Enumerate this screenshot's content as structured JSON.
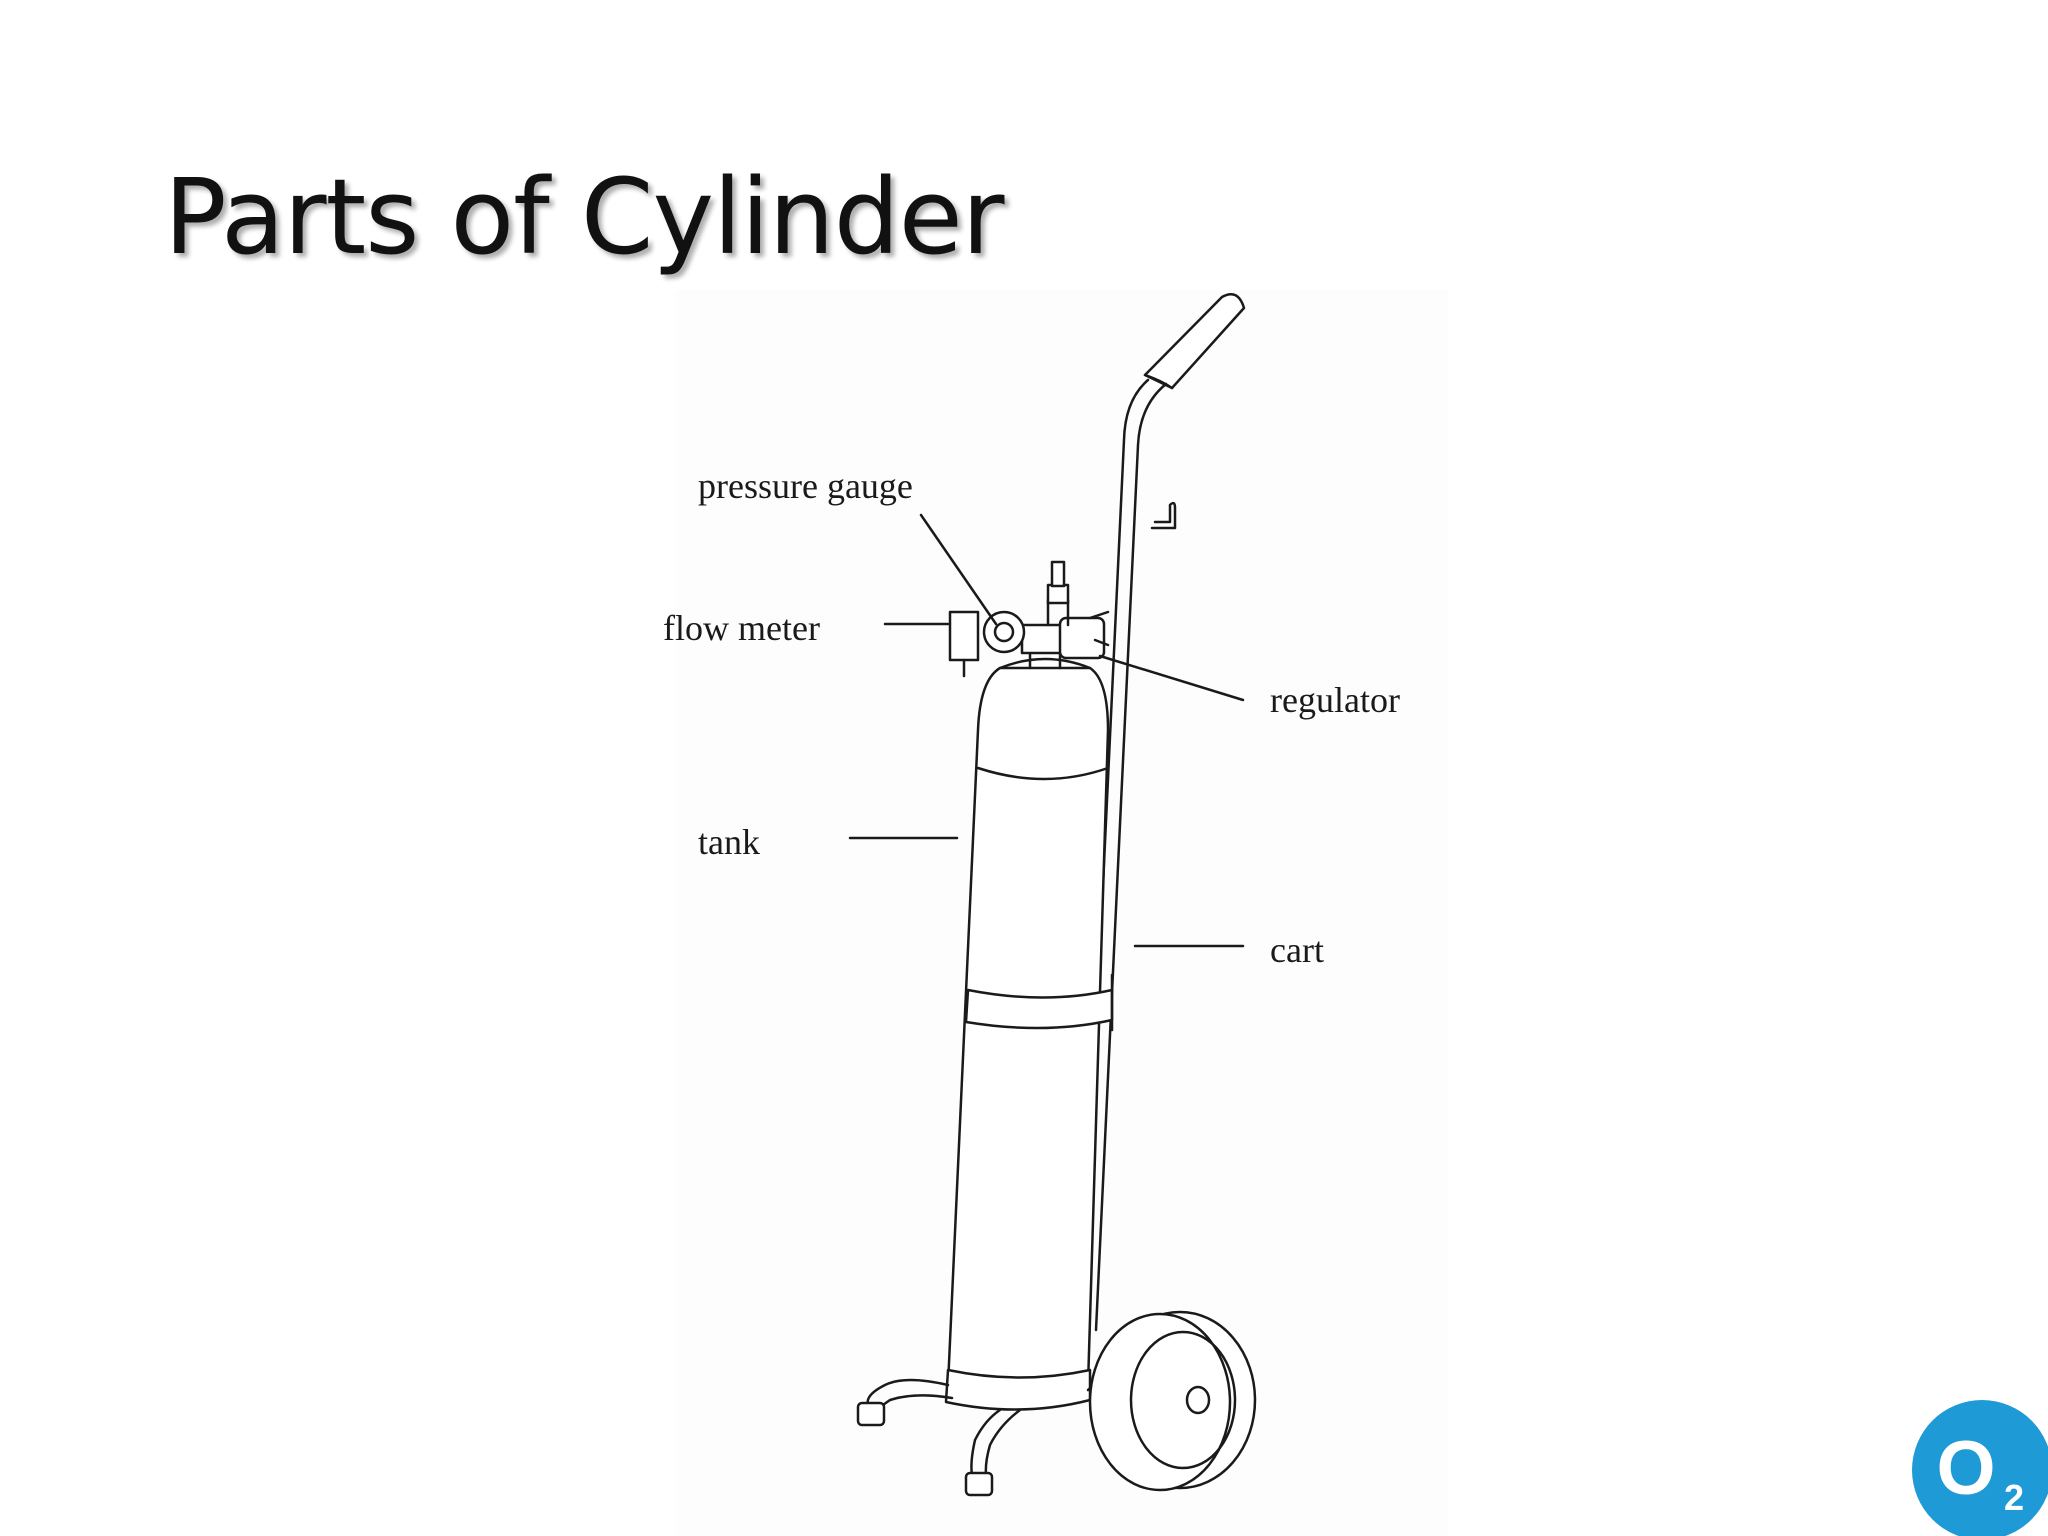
{
  "slide": {
    "title": "Parts of Cylinder"
  },
  "diagram": {
    "labels": {
      "pressure_gauge": "pressure gauge",
      "flow_meter": "flow meter",
      "regulator": "regulator",
      "tank": "tank",
      "cart": "cart"
    },
    "line_color": "#1a1a1a"
  },
  "logo": {
    "text": "O",
    "subscript": "2",
    "color": "#1e9ad6"
  },
  "colors": {
    "background": "#ffffff",
    "title": "#111111"
  }
}
